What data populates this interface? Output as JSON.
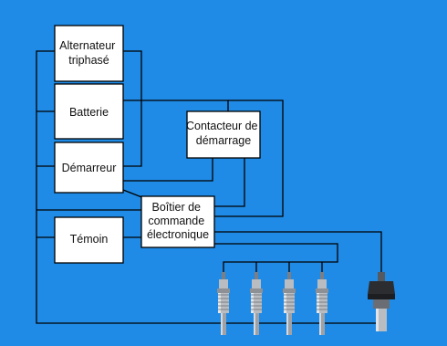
{
  "colors": {
    "background": "#1f8be6",
    "box_fill": "#ffffff",
    "line": "#000000",
    "plug_metal": "#b9bcc0",
    "sensor_dark": "#2b2d31"
  },
  "diagram": {
    "boxes": {
      "alternateur": [
        "Alternateur",
        "triphasé"
      ],
      "batterie": [
        "Batterie"
      ],
      "demarreur": [
        "Démarreur"
      ],
      "temoin": [
        "Témoin"
      ],
      "contacteur": [
        "Contacteur de",
        "démarrage"
      ],
      "boitier": [
        "Boîtier de",
        "commande",
        "électronique"
      ]
    },
    "components": {
      "glow_plugs": [
        "glow-plug",
        "glow-plug",
        "glow-plug",
        "glow-plug"
      ],
      "sensor": "temperature-sensor"
    }
  }
}
